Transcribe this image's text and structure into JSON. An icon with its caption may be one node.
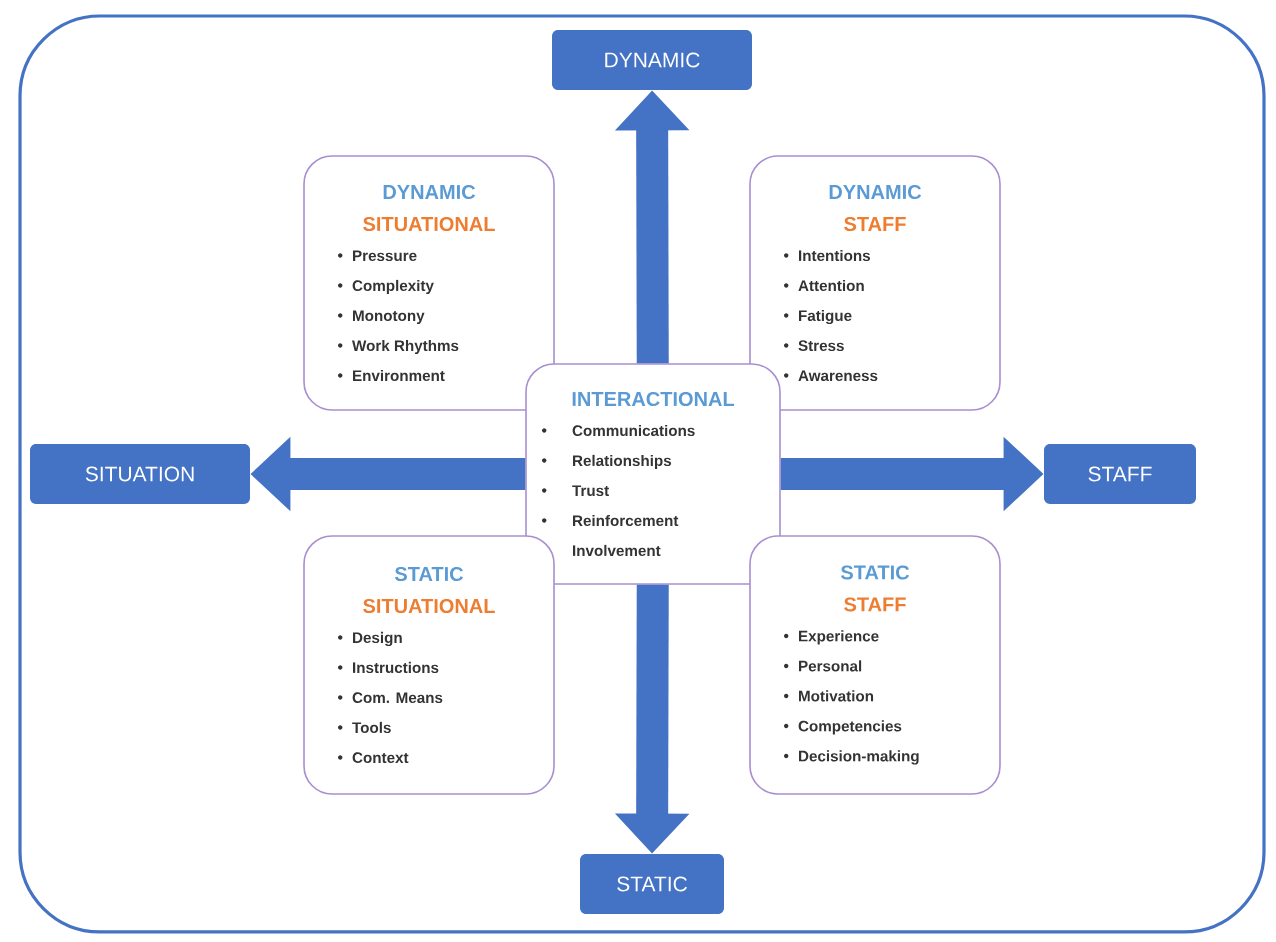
{
  "diagram": {
    "nodes": [
      {
        "text": [
          "DYNAMIC"
        ]
      },
      {
        "text": [
          "DYNAMIC",
          "SITUATIONAL",
          "Pressure",
          "Complexity",
          "Monotony",
          "Work Rhythms",
          "Environment"
        ]
      },
      {
        "text": [
          "DYNAMIC",
          "STAFF",
          "Intentions",
          "Attention",
          "Fatigue",
          "Stress",
          "Awareness"
        ]
      },
      {
        "text": [
          "SITUATION"
        ]
      },
      {
        "text": [
          "INTERACTIONAL",
          "Communications",
          "Relationships",
          "Trust",
          "Reinforcement",
          "Involvement"
        ]
      },
      {
        "text": [
          "STAFF"
        ]
      },
      {
        "text": [
          "STATIC",
          "SITUATIONAL",
          "Design",
          "Instructions",
          "Com. Means",
          "Tools",
          "Context"
        ]
      },
      {
        "text": [
          "STATIC",
          "STAFF",
          "Experience",
          "Personal",
          "Motivation",
          "Competencies",
          "Decision-making"
        ]
      },
      {
        "text": [
          "STATIC"
        ]
      }
    ],
    "edges": [
      {
        "from": 4,
        "to": 0,
        "arrow": "to"
      },
      {
        "from": 4,
        "to": 3,
        "arrow": "to"
      },
      {
        "from": 4,
        "to": 5,
        "arrow": "to"
      },
      {
        "from": 4,
        "to": 8,
        "arrow": "to"
      }
    ]
  }
}
